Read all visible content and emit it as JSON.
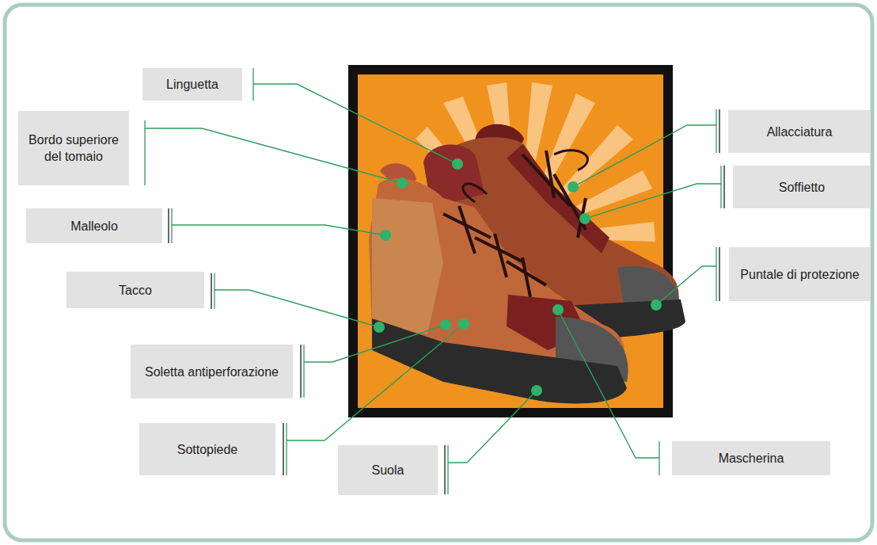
{
  "diagram": {
    "nodes": [
      {
        "text": [
          "Linguetta"
        ]
      },
      {
        "text": [
          "Allacciatura"
        ]
      },
      {
        "text": [
          "Bordo superiore del tomaio"
        ]
      },
      {
        "text": [
          "Soffietto"
        ]
      },
      {
        "text": [
          "Malleolo"
        ]
      },
      {
        "text": [
          "Puntale di protezione"
        ]
      },
      {
        "text": [
          "Tacco"
        ]
      },
      {
        "text": [
          "Soletta antiperforazione"
        ]
      },
      {
        "text": [
          "Sottopiede"
        ]
      },
      {
        "text": [
          "Suola"
        ]
      },
      {
        "text": [
          "Mascherina"
        ]
      }
    ]
  }
}
